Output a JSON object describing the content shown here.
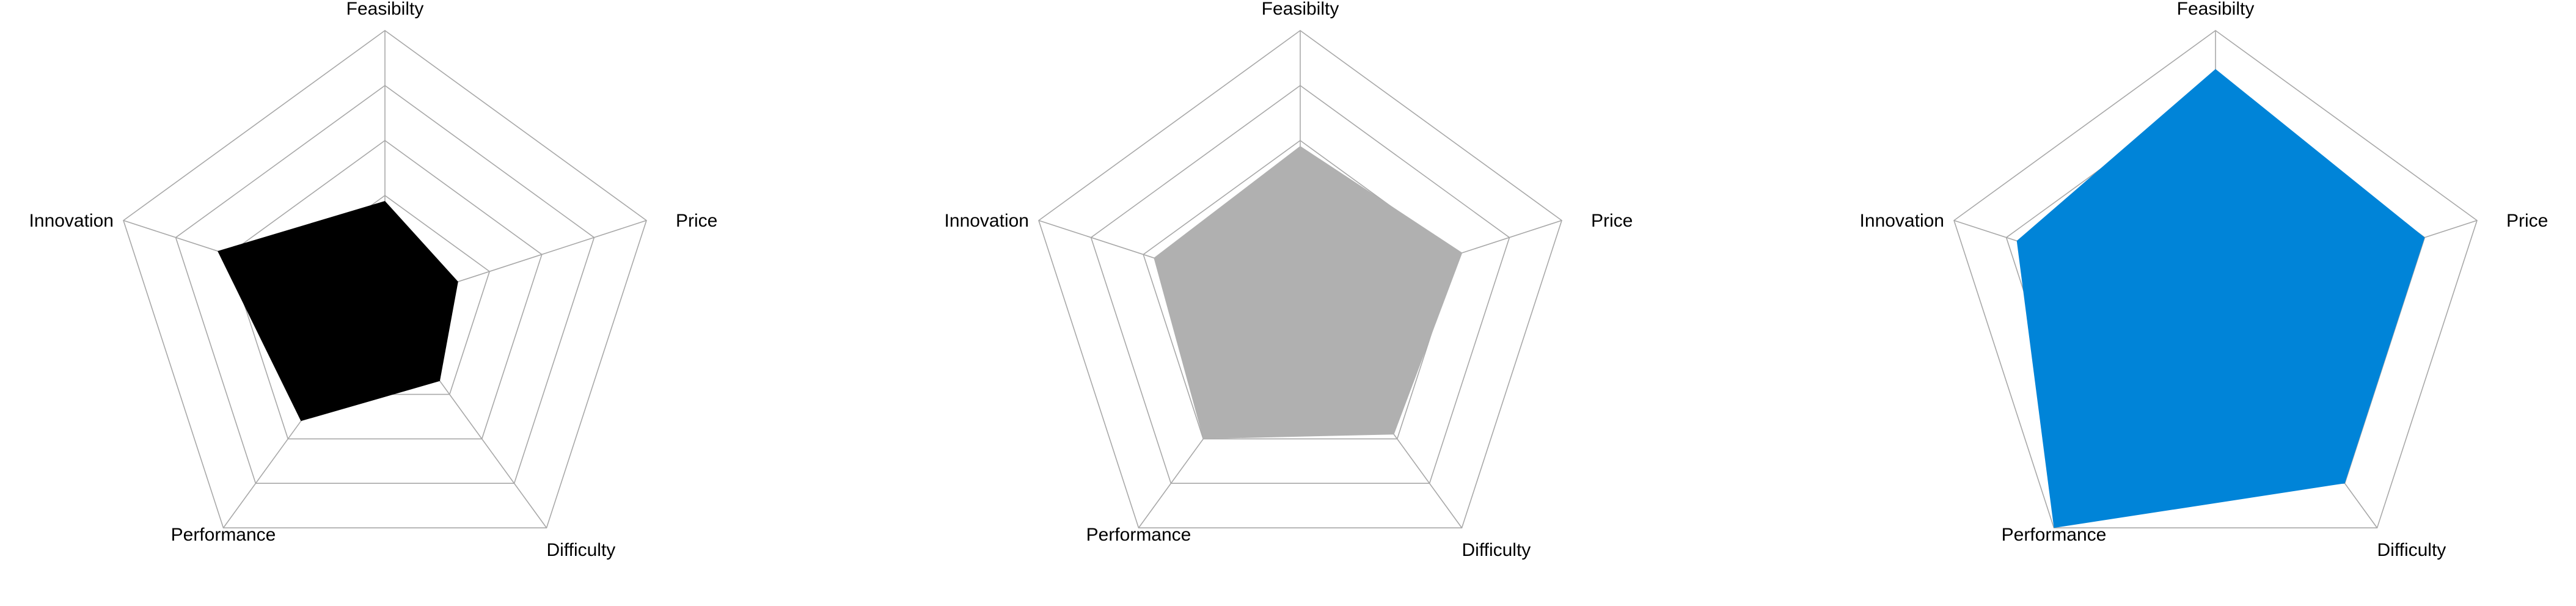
{
  "chart_data": [
    {
      "type": "radar",
      "axes": [
        "Feasibilty",
        "Price",
        "Difficulty",
        "Performance",
        "Innovation"
      ],
      "range": [
        0,
        5
      ],
      "rings": 5,
      "grid": true,
      "series": [
        {
          "values": [
            1.9,
            1.4,
            1.7,
            2.6,
            3.2
          ],
          "color": "#000000"
        }
      ]
    },
    {
      "type": "radar",
      "axes": [
        "Feasibilty",
        "Price",
        "Difficulty",
        "Performance",
        "Innovation"
      ],
      "range": [
        0,
        5
      ],
      "rings": 5,
      "grid": true,
      "series": [
        {
          "values": [
            2.9,
            3.1,
            2.9,
            3.0,
            2.8
          ],
          "color": "#b0b0b0"
        }
      ]
    },
    {
      "type": "radar",
      "axes": [
        "Feasibilty",
        "Price",
        "Difficulty",
        "Performance",
        "Innovation"
      ],
      "range": [
        0,
        5
      ],
      "rings": 5,
      "grid": true,
      "series": [
        {
          "values": [
            4.3,
            4.0,
            4.0,
            5.0,
            3.8
          ],
          "color": "#0084d8"
        }
      ]
    }
  ]
}
